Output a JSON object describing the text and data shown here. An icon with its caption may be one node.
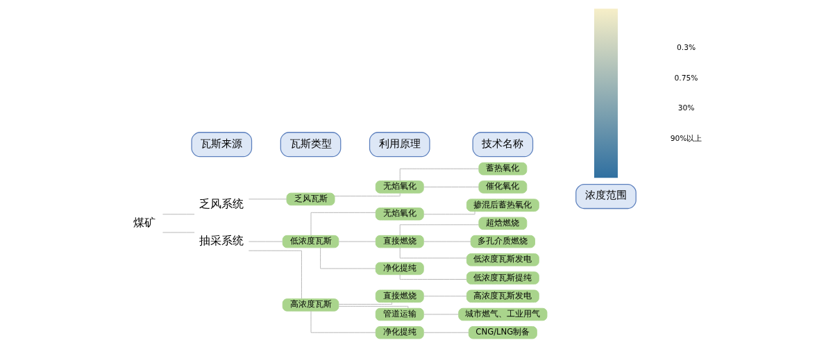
{
  "diagram": {
    "nodes": [
      {
        "text": [
          "瓦斯来源"
        ]
      },
      {
        "text": [
          "瓦斯类型"
        ]
      },
      {
        "text": [
          "利用原理"
        ]
      },
      {
        "text": [
          "技术名称"
        ]
      },
      {
        "text": [
          "浓度范围"
        ]
      },
      {
        "text": [
          "煤矿"
        ]
      },
      {
        "text": [
          "乏风系统"
        ]
      },
      {
        "text": [
          "抽采系统"
        ]
      },
      {
        "text": [
          "乏风瓦斯"
        ]
      },
      {
        "text": [
          "低浓度瓦斯"
        ]
      },
      {
        "text": [
          "高浓度瓦斯"
        ]
      },
      {
        "text": [
          "无焰氧化"
        ]
      },
      {
        "text": [
          "无焰氧化"
        ]
      },
      {
        "text": [
          "直接燃烧"
        ]
      },
      {
        "text": [
          "净化提纯"
        ]
      },
      {
        "text": [
          "直接燃烧"
        ]
      },
      {
        "text": [
          "管道运输"
        ]
      },
      {
        "text": [
          "净化提纯"
        ]
      },
      {
        "text": [
          "蓄热氧化"
        ]
      },
      {
        "text": [
          "催化氧化"
        ]
      },
      {
        "text": [
          "掺混后蓄热氧化"
        ]
      },
      {
        "text": [
          "超焓燃烧"
        ]
      },
      {
        "text": [
          "多孔介质燃烧"
        ]
      },
      {
        "text": [
          "低浓度瓦斯发电"
        ]
      },
      {
        "text": [
          "低浓度瓦斯提纯"
        ]
      },
      {
        "text": [
          "高浓度瓦斯发电"
        ]
      },
      {
        "text": [
          "城市燃气、工业用气"
        ]
      },
      {
        "text": [
          "CNG/LNG制备"
        ]
      },
      {
        "text": [],
        "shape": "bar"
      }
    ],
    "edges": [
      {
        "from": 5,
        "to": 6,
        "arrow": "none"
      },
      {
        "from": 5,
        "to": 7,
        "arrow": "none"
      },
      {
        "from": 6,
        "to": 8,
        "arrow": "none"
      },
      {
        "from": 7,
        "to": 9,
        "arrow": "none"
      },
      {
        "from": 7,
        "to": 10,
        "arrow": "none"
      },
      {
        "from": 8,
        "to": 11,
        "arrow": "none"
      },
      {
        "from": 9,
        "to": 12,
        "arrow": "none"
      },
      {
        "from": 9,
        "to": 13,
        "arrow": "none"
      },
      {
        "from": 9,
        "to": 14,
        "arrow": "none"
      },
      {
        "from": 10,
        "to": 15,
        "arrow": "none"
      },
      {
        "from": 10,
        "to": 16,
        "arrow": "none"
      },
      {
        "from": 10,
        "to": 17,
        "arrow": "none"
      },
      {
        "from": 11,
        "to": 18,
        "arrow": "none"
      },
      {
        "from": 11,
        "to": 19,
        "arrow": "none"
      },
      {
        "from": 12,
        "to": 20,
        "arrow": "none"
      },
      {
        "from": 13,
        "to": 21,
        "arrow": "none"
      },
      {
        "from": 13,
        "to": 22,
        "arrow": "none"
      },
      {
        "from": 13,
        "to": 23,
        "arrow": "none"
      },
      {
        "from": 14,
        "to": 24,
        "arrow": "none"
      },
      {
        "from": 15,
        "to": 25,
        "arrow": "none"
      },
      {
        "from": 16,
        "to": 26,
        "arrow": "none"
      },
      {
        "from": 17,
        "to": 27,
        "arrow": "none"
      }
    ],
    "labels": [
      "0.3%",
      "0.75%",
      "30%",
      "90%以上"
    ]
  }
}
